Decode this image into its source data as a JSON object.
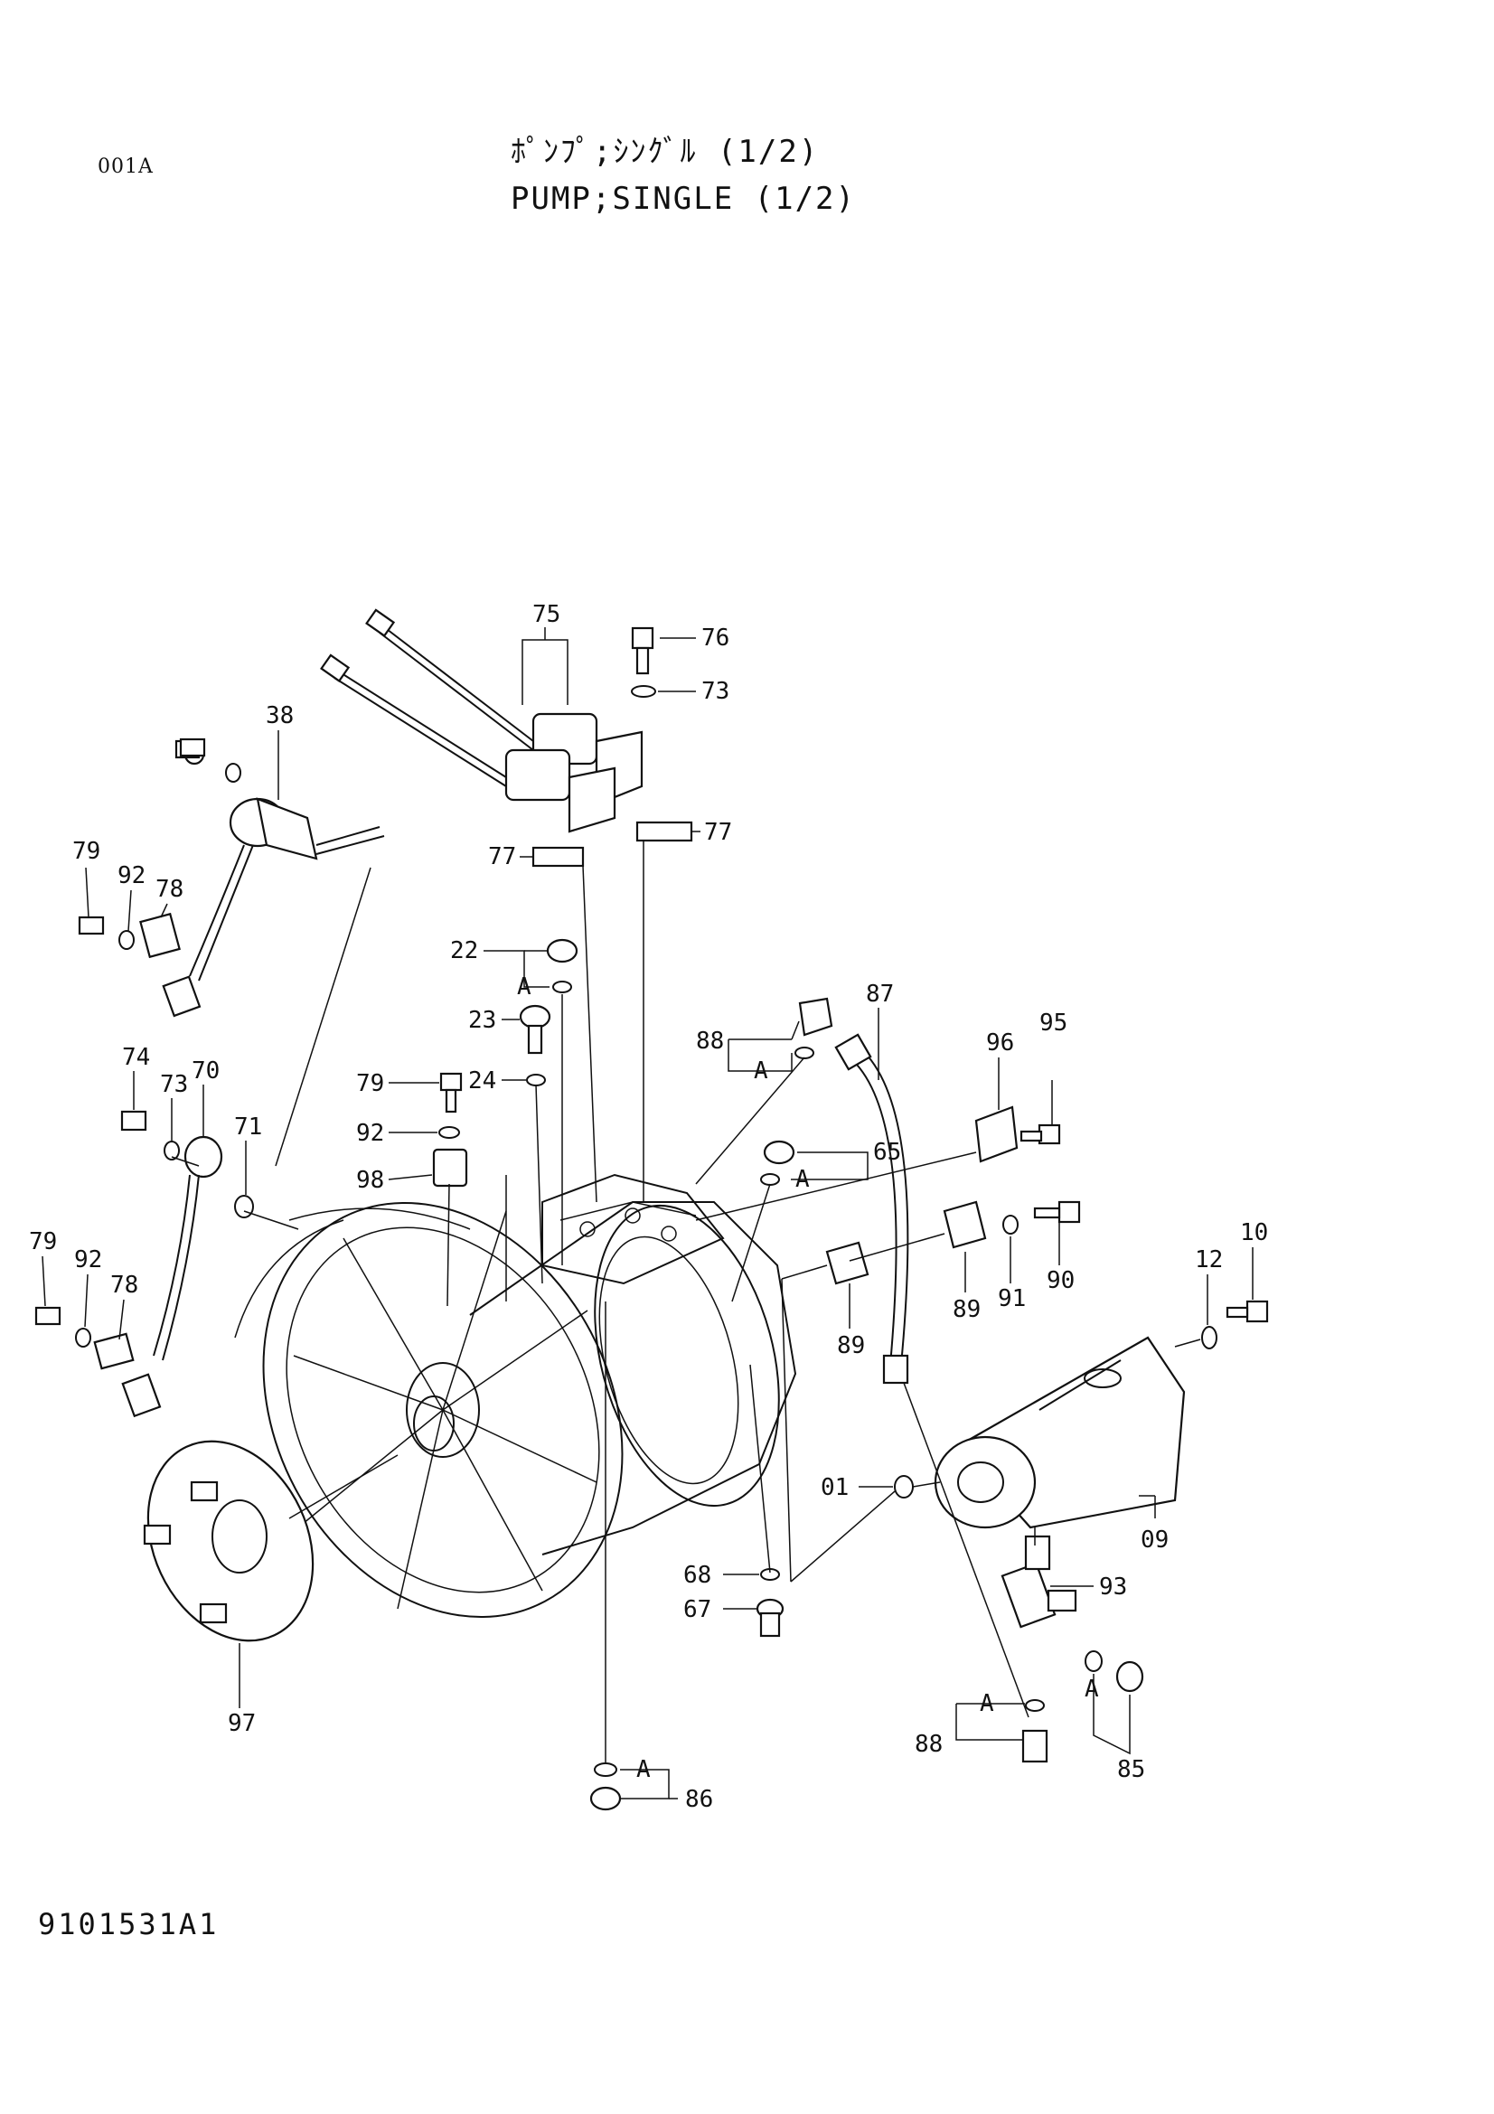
{
  "page_code": "001A",
  "title_jp": "ﾎﾟﾝﾌﾟ;ｼﾝｸﾞﾙ (1/2)",
  "title_en": "PUMP;SINGLE (1/2)",
  "drawing_number": "9101531A1",
  "callouts": {
    "c75": "75",
    "c76": "76",
    "c73a": "73",
    "c77a": "77",
    "c77b": "77",
    "c38": "38",
    "c79a": "79",
    "c92a": "92",
    "c78a": "78",
    "c22": "22",
    "c23": "23",
    "c24": "24",
    "c79b": "79",
    "c92b": "92",
    "c98": "98",
    "c74": "74",
    "c73b": "73",
    "c70": "70",
    "c71": "71",
    "c79c": "79",
    "c92c": "92",
    "c78b": "78",
    "c87": "87",
    "c88a": "88",
    "c96": "96",
    "c95": "95",
    "c65": "65",
    "c89a": "89",
    "c91": "91",
    "c90": "90",
    "c89b": "89",
    "c12": "12",
    "c10": "10",
    "c01": "01",
    "c09": "09",
    "c68": "68",
    "c67": "67",
    "c93": "93",
    "c97": "97",
    "c88b": "88",
    "c85": "85",
    "c86": "86",
    "a1": "A",
    "a2": "A",
    "a3": "A",
    "a4": "A",
    "a5": "A",
    "a6": "A"
  }
}
